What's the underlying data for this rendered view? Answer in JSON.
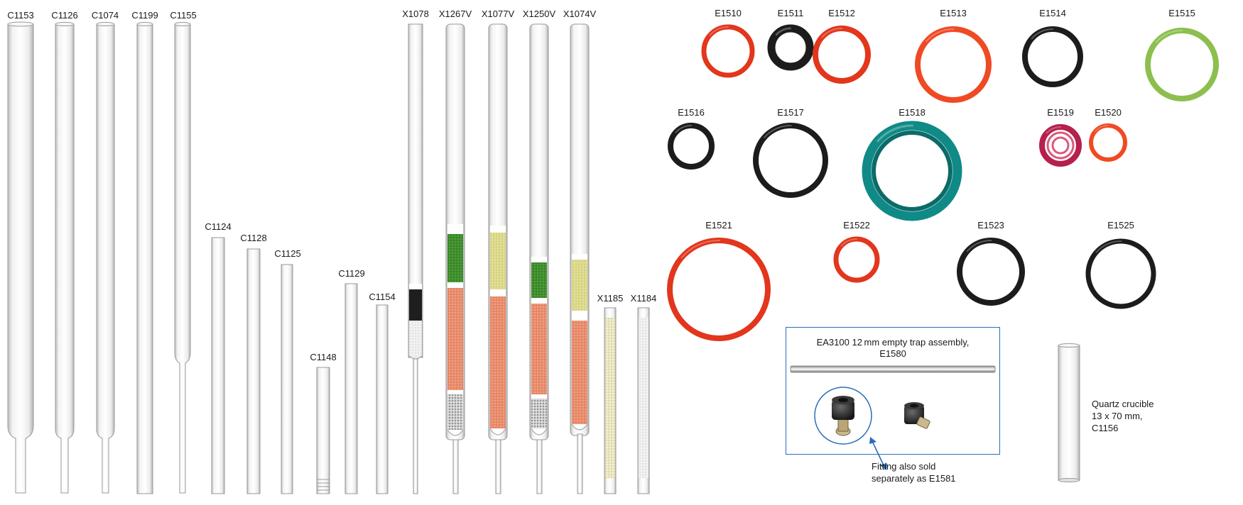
{
  "glass_tubes": [
    {
      "code": "C1153"
    },
    {
      "code": "C1126"
    },
    {
      "code": "C1074"
    },
    {
      "code": "C1199"
    },
    {
      "code": "C1155"
    },
    {
      "code": "C1124"
    },
    {
      "code": "C1128"
    },
    {
      "code": "C1125"
    },
    {
      "code": "C1148"
    },
    {
      "code": "C1129"
    },
    {
      "code": "C1154"
    }
  ],
  "packed_tubes": [
    {
      "code": "X1078"
    },
    {
      "code": "X1267V"
    },
    {
      "code": "X1077V"
    },
    {
      "code": "X1250V"
    },
    {
      "code": "X1074V"
    },
    {
      "code": "X1185"
    },
    {
      "code": "X1184"
    }
  ],
  "o_rings": [
    {
      "code": "E1510",
      "color": "#e2361d"
    },
    {
      "code": "E1511",
      "color": "#1c1c1c"
    },
    {
      "code": "E1512",
      "color": "#e2361d"
    },
    {
      "code": "E1513",
      "color": "#ef4a24"
    },
    {
      "code": "E1514",
      "color": "#1c1c1c"
    },
    {
      "code": "E1515",
      "color": "#8cbf4e"
    },
    {
      "code": "E1516",
      "color": "#1c1c1c"
    },
    {
      "code": "E1517",
      "color": "#1c1c1c"
    },
    {
      "code": "E1518",
      "color": "#0f8a86"
    },
    {
      "code": "E1519",
      "color": "#b5204d"
    },
    {
      "code": "E1520",
      "color": "#ef4a24"
    },
    {
      "code": "E1521",
      "color": "#e2361d"
    },
    {
      "code": "E1522",
      "color": "#e2361d"
    },
    {
      "code": "E1523",
      "color": "#1c1c1c"
    },
    {
      "code": "E1525",
      "color": "#1c1c1c"
    }
  ],
  "trap_assembly": {
    "title_line1": "EA3100 12 mm empty trap assembly,",
    "title_line2": "E1580",
    "border_color": "#2b6cb8"
  },
  "fitting_note": {
    "line1": "Fitting also sold",
    "line2": "separately as E1581"
  },
  "crucible_note": {
    "line1": "Quartz crucible",
    "line2": "13 x 70 mm,",
    "line3": "C1156"
  },
  "colors": {
    "green_packing": "#3f8f2e",
    "yellow_packing": "#d9d77a",
    "orange_packing": "#e98c6b",
    "black_packing": "#1e1e1e",
    "arrow_blue": "#2b6cb8"
  }
}
